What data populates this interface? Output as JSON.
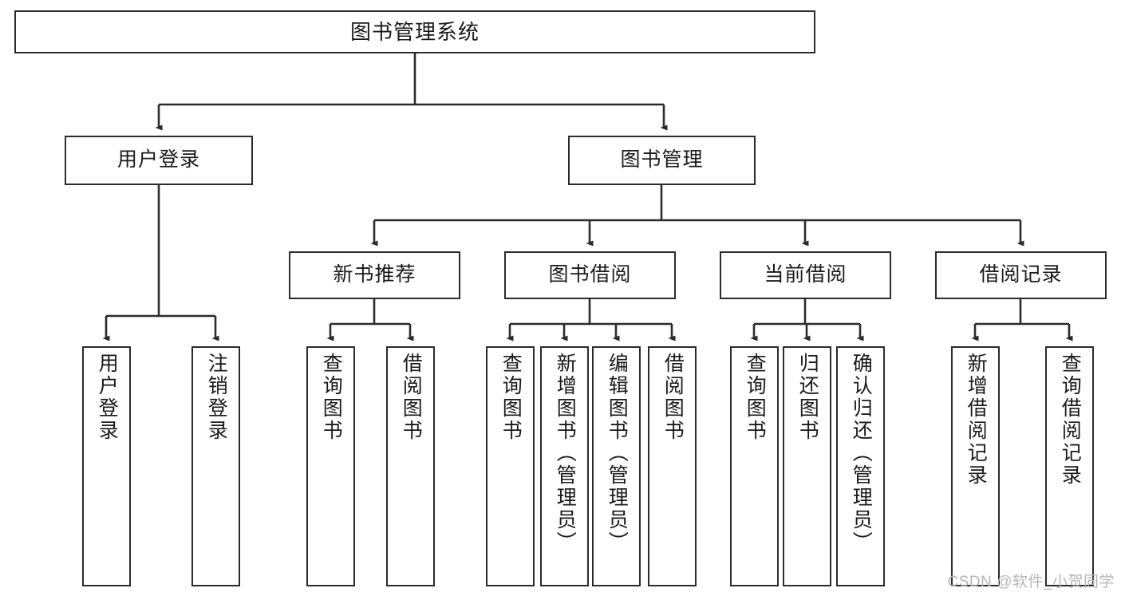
{
  "diagram": {
    "title": "图书管理系统",
    "type": "tree-hierarchy-chart",
    "colors": {
      "box_border": "#2b2b2b",
      "box_fill": "#ffffff",
      "edge": "#2b2b2b",
      "text": "#1a1a1a",
      "watermark": "#b6b6b6",
      "background": "#ffffff"
    }
  },
  "root": {
    "label": "图书管理系统"
  },
  "level2": [
    {
      "label": "用户登录"
    },
    {
      "label": "图书管理"
    }
  ],
  "level3": [
    {
      "label": "新书推荐"
    },
    {
      "label": "图书借阅"
    },
    {
      "label": "当前借阅"
    },
    {
      "label": "借阅记录"
    }
  ],
  "leaves": {
    "user_login": [
      {
        "label": "用户登录"
      },
      {
        "label": "注销登录"
      }
    ],
    "new_book_recommend": [
      {
        "label": "查询图书"
      },
      {
        "label": "借阅图书"
      }
    ],
    "book_borrow": [
      {
        "label": "查询图书"
      },
      {
        "label": "新增图书（管理员）"
      },
      {
        "label": "编辑图书（管理员）"
      },
      {
        "label": "借阅图书"
      }
    ],
    "current_borrow": [
      {
        "label": "查询图书"
      },
      {
        "label": "归还图书"
      },
      {
        "label": "确认归还（管理员）"
      }
    ],
    "borrow_record": [
      {
        "label": "新增借阅记录"
      },
      {
        "label": "查询借阅记录"
      }
    ]
  },
  "watermark": {
    "text": "CSDN @软件_小贺同学"
  }
}
